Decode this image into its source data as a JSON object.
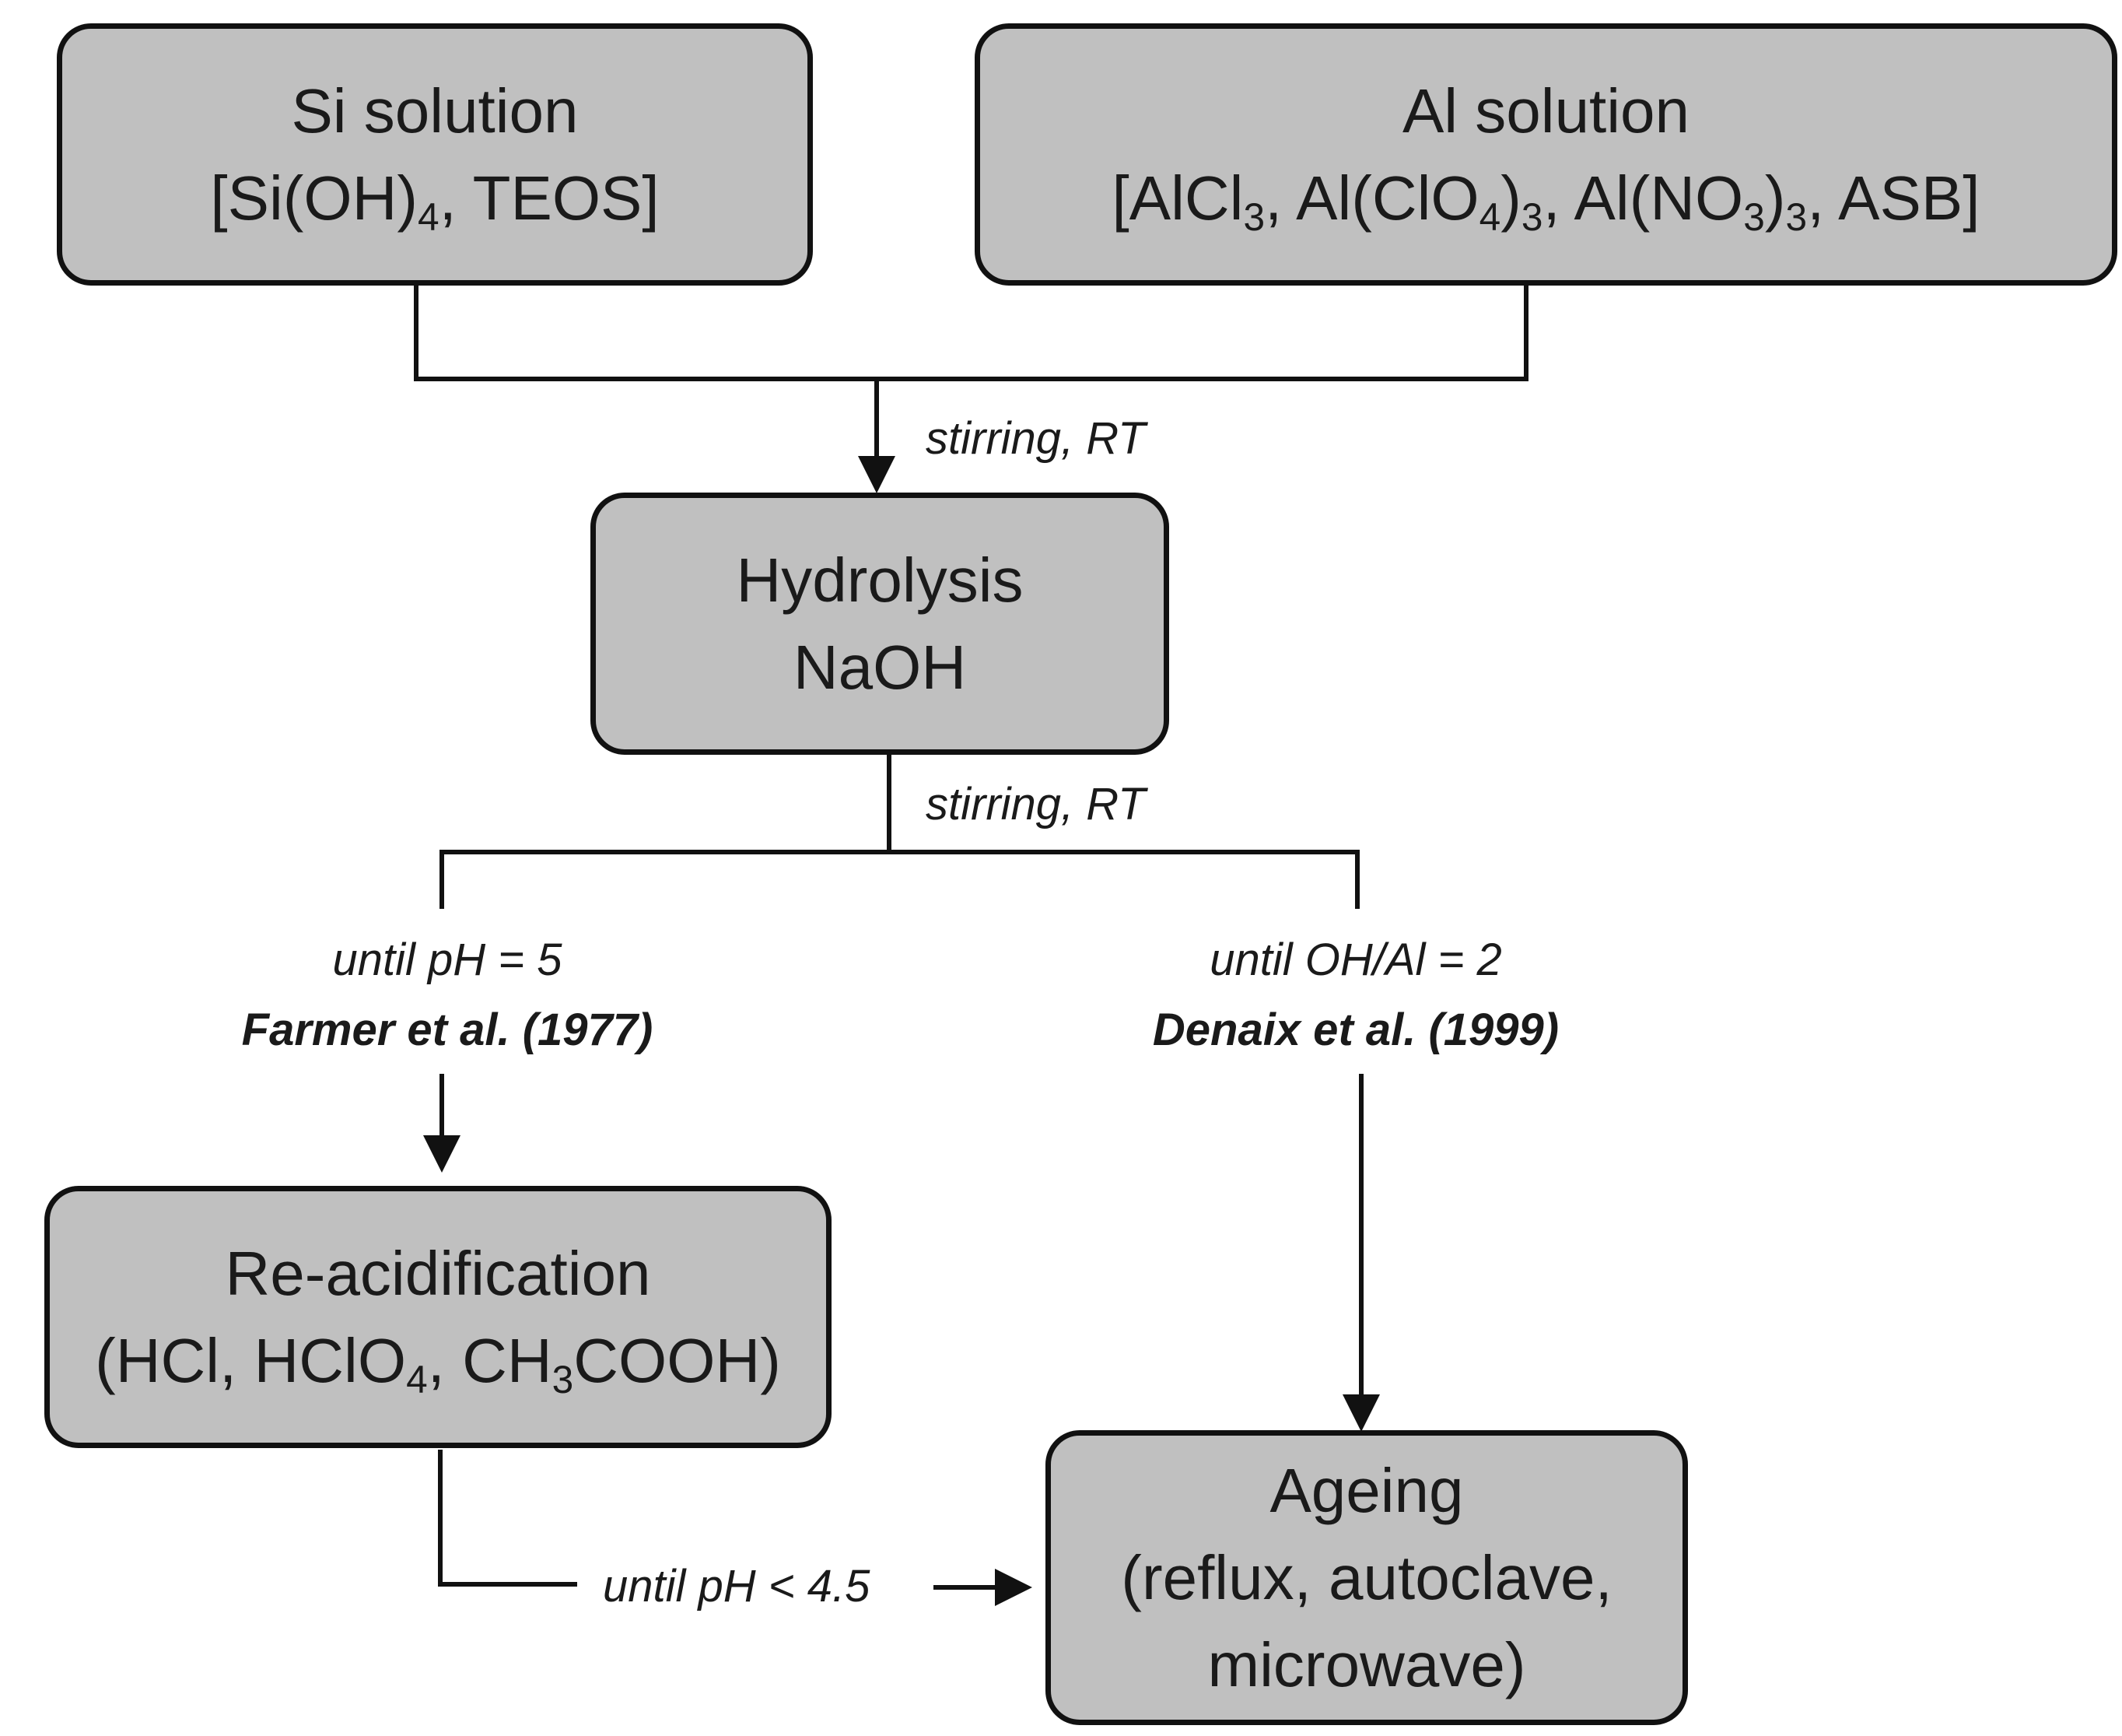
{
  "nodes": {
    "si": {
      "title": "Si solution",
      "pre": "[Si(OH)",
      "sub": "4",
      "post": ", TEOS]"
    },
    "al": {
      "title": "Al solution",
      "p1": "[AlCl",
      "s1": "3",
      "p2": ", Al(ClO",
      "s2": "4",
      "p3": ")",
      "s3": "3",
      "p4": ", Al(NO",
      "s4": "3",
      "p5": ")",
      "s5": "3",
      "p6": ", ASB]"
    },
    "hydrolysis": {
      "title": "Hydrolysis",
      "reagent": "NaOH"
    },
    "reacid": {
      "title": "Re-acidification",
      "p1": "(HCl, HClO",
      "s1": "4",
      "p2": ", CH",
      "s2": "3",
      "p3": "COOH)"
    },
    "ageing": {
      "title": "Ageing",
      "line2": "(reflux, autoclave,",
      "line3": "microwave)"
    }
  },
  "edges": {
    "mix_condition": "stirring, RT",
    "hydrolysis_condition": "stirring, RT",
    "left_condition": "until pH = 5",
    "left_reference": "Farmer et al. (1977)",
    "right_condition": "until OH/Al = 2",
    "right_reference": "Denaix et al. (1999)",
    "bottom_condition": "until pH < 4.5"
  },
  "colors": {
    "box_fill": "#c0c0c0",
    "stroke": "#111111",
    "background": "#ffffff"
  }
}
